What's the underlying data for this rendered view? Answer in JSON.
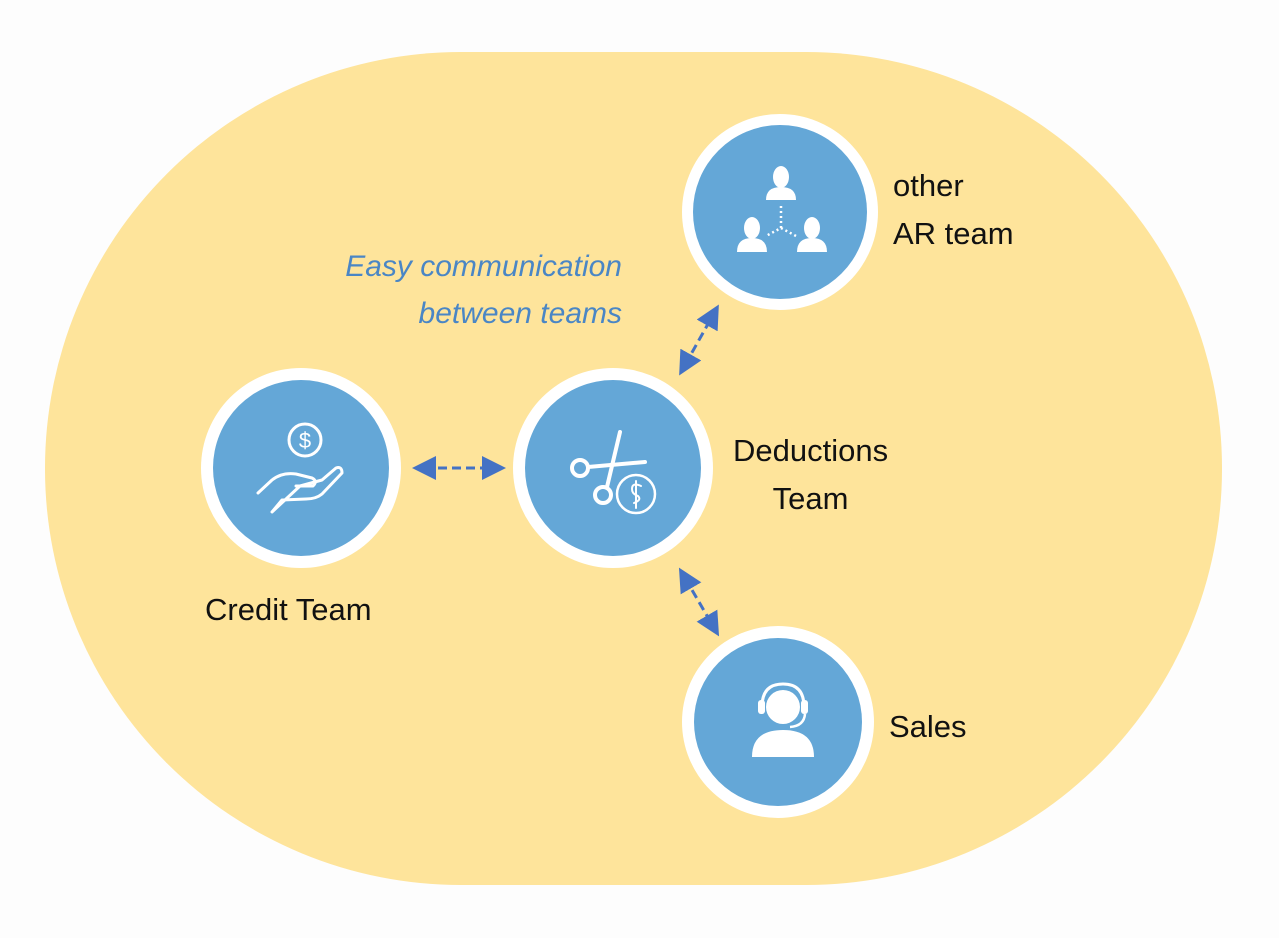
{
  "annotation": {
    "line1": "Easy communication",
    "line2": "between teams"
  },
  "nodes": {
    "credit": {
      "label": "Credit Team",
      "icon": "hand-coin-icon"
    },
    "deductions": {
      "line1": "Deductions",
      "line2": "Team",
      "icon": "scissors-dollar-icon"
    },
    "other_ar": {
      "line1": "other",
      "line2": "AR team",
      "icon": "team-network-icon"
    },
    "sales": {
      "label": "Sales",
      "icon": "headset-agent-icon"
    }
  },
  "colors": {
    "background_oval": "#fee49b",
    "node_fill": "#64a7d7",
    "arrow": "#4472c4",
    "annotation": "#4a86c5"
  }
}
